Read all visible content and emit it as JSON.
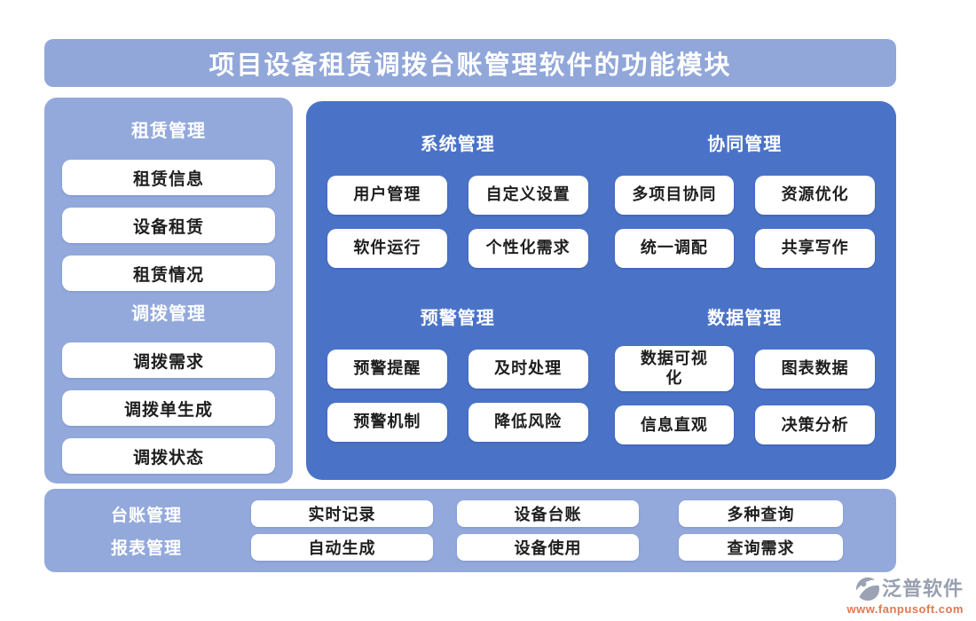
{
  "title": "项目设备租赁调拨台账管理软件的功能模块",
  "colors": {
    "light_blue": "#93a9dc",
    "title_blue": "#91a7da",
    "panel_blue": "#4a73c8",
    "button_bg": "#ffffff",
    "header_text": "#ffffff",
    "button_text": "#1e1e1e",
    "brand_gray": "#98a0b0",
    "brand_orange": "#e0784f"
  },
  "sidebar": {
    "groups": [
      {
        "label": "租赁管理",
        "items": [
          "租赁信息",
          "设备租赁",
          "租赁情况"
        ]
      },
      {
        "label": "调拨管理",
        "items": [
          "调拨需求",
          "调拨单生成",
          "调拨状态"
        ]
      }
    ]
  },
  "main": {
    "sections": [
      {
        "label": "系统管理",
        "items": [
          "用户管理",
          "自定义设置",
          "软件运行",
          "个性化需求"
        ]
      },
      {
        "label": "协同管理",
        "items": [
          "多项目协同",
          "资源优化",
          "统一调配",
          "共享写作"
        ]
      },
      {
        "label": "预警管理",
        "items": [
          "预警提醒",
          "及时处理",
          "预警机制",
          "降低风险"
        ]
      },
      {
        "label": "数据管理",
        "items": [
          "数据可视化",
          "图表数据",
          "信息直观",
          "决策分析"
        ]
      }
    ]
  },
  "bottom": {
    "rows": [
      {
        "label": "台账管理",
        "items": [
          "实时记录",
          "设备台账",
          "多种查询"
        ]
      },
      {
        "label": "报表管理",
        "items": [
          "自动生成",
          "设备使用",
          "查询需求"
        ]
      }
    ]
  },
  "footer": {
    "brand": "泛普软件",
    "url": "www.fanpusoft.com"
  }
}
